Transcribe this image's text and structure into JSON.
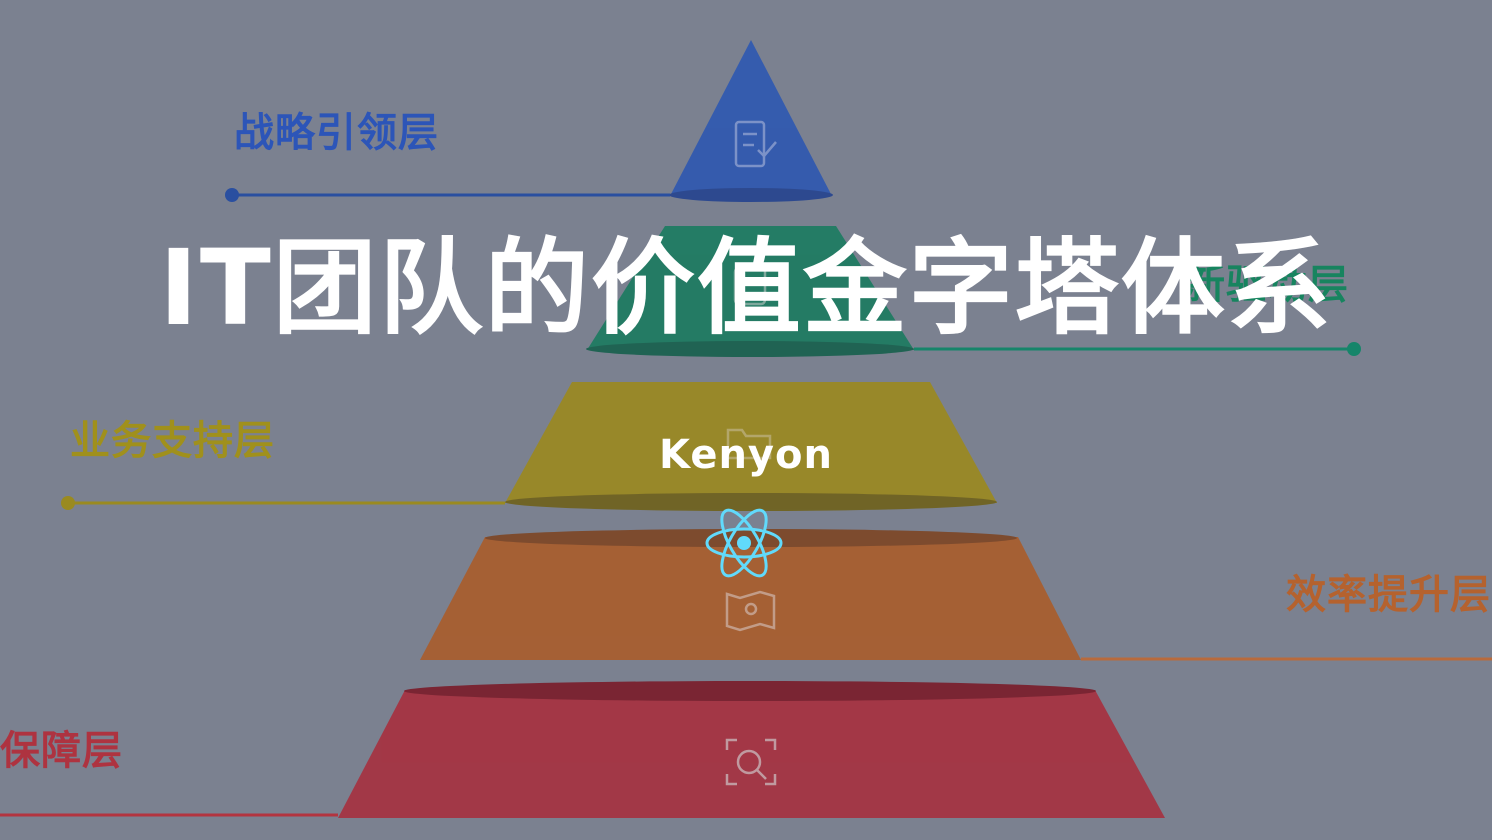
{
  "layers": [
    {
      "key": "strategic",
      "label": "战略引领层",
      "color": "#3a5ab0",
      "icon": "document-check-icon"
    },
    {
      "key": "innovation",
      "label": "新驱动层",
      "color": "#1e8a68",
      "icon": "lightbulb-icon"
    },
    {
      "key": "support",
      "label": "业务支持层",
      "color": "#a8961e",
      "icon": "folder-icon"
    },
    {
      "key": "efficiency",
      "label": "效率提升层",
      "color": "#c0622a",
      "icon": "map-pin-icon"
    },
    {
      "key": "guarantee",
      "label": "保障层",
      "color": "#b8323e",
      "icon": "search-frame-icon"
    }
  ],
  "title": "IT团队的价值金字塔体系",
  "author": "Kenyon",
  "logo": {
    "icon": "react-atom-icon",
    "color": "#61dafb"
  }
}
